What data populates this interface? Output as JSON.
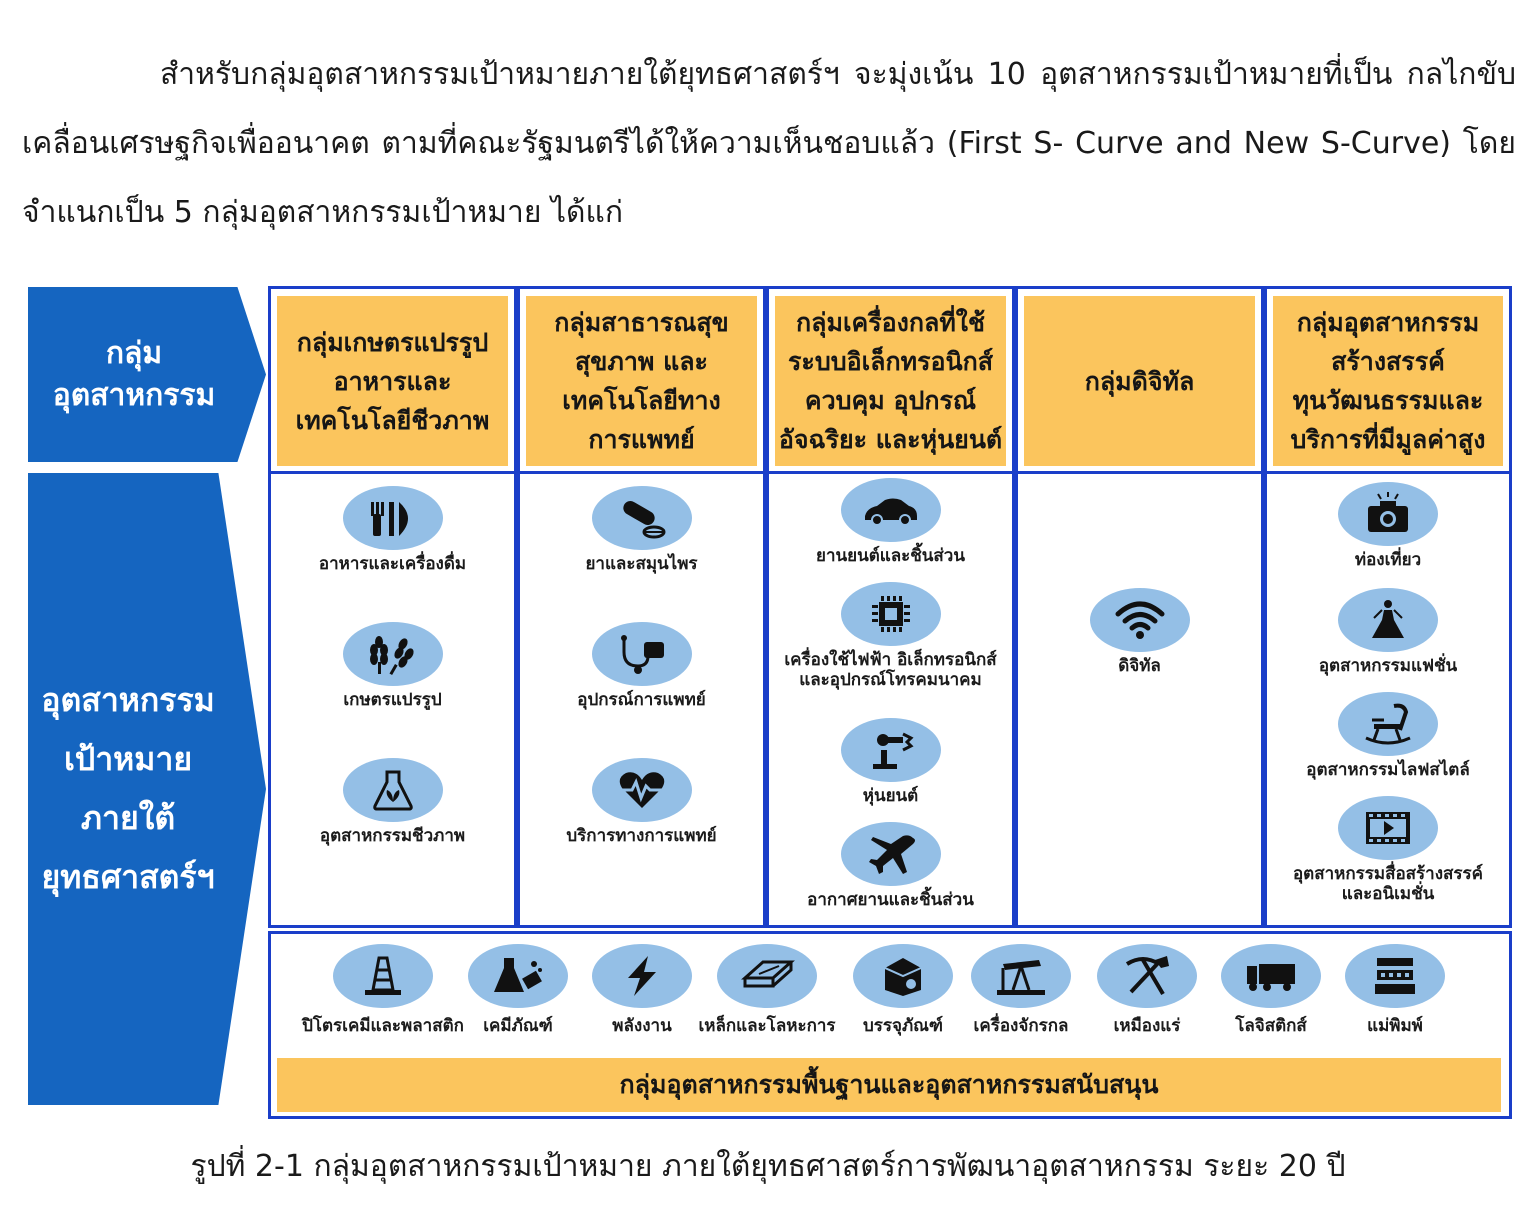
{
  "paragraph": {
    "lines": [
      "สำหรับกลุ่มอุตสาหกรรมเป้าหมายภายใต้ยุทธศาสตร์ฯ จะมุ่งเน้น 10 อุตสาหกรรมเป้าหมายที่เป็น",
      "กลไกขับเคลื่อนเศรษฐกิจเพื่ออนาคต ตามที่คณะรัฐมนตรีได้ให้ความเห็นชอบแล้ว (First S- Curve and New",
      "S-Curve) โดยจำแนกเป็น 5 กลุ่มอุตสาหกรรมเป้าหมาย ได้แก่"
    ]
  },
  "arrows": {
    "top": [
      "กลุ่ม",
      "อุตสาหกรรม"
    ],
    "bottom": [
      "อุตสาหกรรม",
      "เป้าหมาย",
      "ภายใต้",
      "ยุทธศาสตร์ฯ"
    ]
  },
  "columns": [
    {
      "title": [
        "กลุ่มเกษตรแปรรูป",
        "อาหารและ",
        "เทคโนโลยีชีวภาพ"
      ],
      "items": [
        {
          "label": [
            "อาหารและเครื่องดื่ม"
          ],
          "icon": "utensils-icon"
        },
        {
          "label": [
            "เกษตรแปรรูป"
          ],
          "icon": "wheat-icon"
        },
        {
          "label": [
            "อุตสาหกรรมชีวภาพ"
          ],
          "icon": "flask-leaf-icon"
        }
      ]
    },
    {
      "title": [
        "กลุ่มสาธารณสุข",
        "สุขภาพ และ",
        "เทคโนโลยีทาง",
        "การแพทย์"
      ],
      "items": [
        {
          "label": [
            "ยาและสมุนไพร"
          ],
          "icon": "pill-icon"
        },
        {
          "label": [
            "อุปกรณ์การแพทย์"
          ],
          "icon": "stethoscope-icon"
        },
        {
          "label": [
            "บริการทางการแพทย์"
          ],
          "icon": "heartbeat-icon"
        }
      ]
    },
    {
      "title": [
        "กลุ่มเครื่องกลที่ใช้",
        "ระบบอิเล็กทรอนิกส์",
        "ควบคุม อุปกรณ์",
        "อัจฉริยะ และหุ่นยนต์"
      ],
      "items": [
        {
          "label": [
            "ยานยนต์และชิ้นส่วน"
          ],
          "icon": "car-icon"
        },
        {
          "label": [
            "เครื่องใช้ไฟฟ้า อิเล็กทรอนิกส์",
            "และอุปกรณ์โทรคมนาคม"
          ],
          "icon": "chip-icon"
        },
        {
          "label": [
            "หุ่นยนต์"
          ],
          "icon": "robot-arm-icon"
        },
        {
          "label": [
            "อากาศยานและชิ้นส่วน"
          ],
          "icon": "airplane-icon"
        }
      ]
    },
    {
      "title": [
        "กลุ่มดิจิทัล"
      ],
      "items": [
        {
          "label": [
            "ดิจิทัล"
          ],
          "icon": "wifi-icon"
        }
      ]
    },
    {
      "title": [
        "กลุ่มอุตสาหกรรม",
        "สร้างสรรค์",
        "ทุนวัฒนธรรมและ",
        "บริการที่มีมูลค่าสูง"
      ],
      "items": [
        {
          "label": [
            "ท่องเที่ยว"
          ],
          "icon": "camera-icon"
        },
        {
          "label": [
            "อุตสาหกรรมแฟชั่น"
          ],
          "icon": "dress-icon"
        },
        {
          "label": [
            "อุตสาหกรรมไลฟสไตล์"
          ],
          "icon": "rocking-chair-icon"
        },
        {
          "label": [
            "อุตสาหกรรมสื่อสร้างสรรค์",
            "และอนิเมชั่น"
          ],
          "icon": "film-icon"
        }
      ]
    }
  ],
  "foundation": {
    "items": [
      {
        "label": "ปิโตรเคมีและพลาสติก",
        "icon": "oil-rig-icon"
      },
      {
        "label": "เคมีภัณฑ์",
        "icon": "chemistry-icon"
      },
      {
        "label": "พลังงาน",
        "icon": "lightning-icon"
      },
      {
        "label": "เหล็กและโลหะการ",
        "icon": "steel-beam-icon"
      },
      {
        "label": "บรรจุภัณฑ์",
        "icon": "package-icon"
      },
      {
        "label": "เครื่องจักรกล",
        "icon": "pumpjack-icon"
      },
      {
        "label": "เหมืองแร่",
        "icon": "pickaxe-shovel-icon"
      },
      {
        "label": "โลจิสติกส์",
        "icon": "truck-icon"
      },
      {
        "label": "แม่พิมพ์",
        "icon": "mold-icon"
      }
    ],
    "bar": "กลุ่มอุตสาหกรรมพื้นฐานและอุตสาหกรรมสนับสนุน"
  },
  "caption": "รูปที่ 2-1 กลุ่มอุตสาหกรรมเป้าหมาย ภายใต้ยุทธศาสตร์การพัฒนาอุตสาหกรรม ระยะ 20 ปี",
  "colors": {
    "arrow_blue": "#1565c0",
    "border_blue": "#1a3ec9",
    "header_orange": "#fbc55d",
    "icon_circle": "#94bfe6"
  }
}
